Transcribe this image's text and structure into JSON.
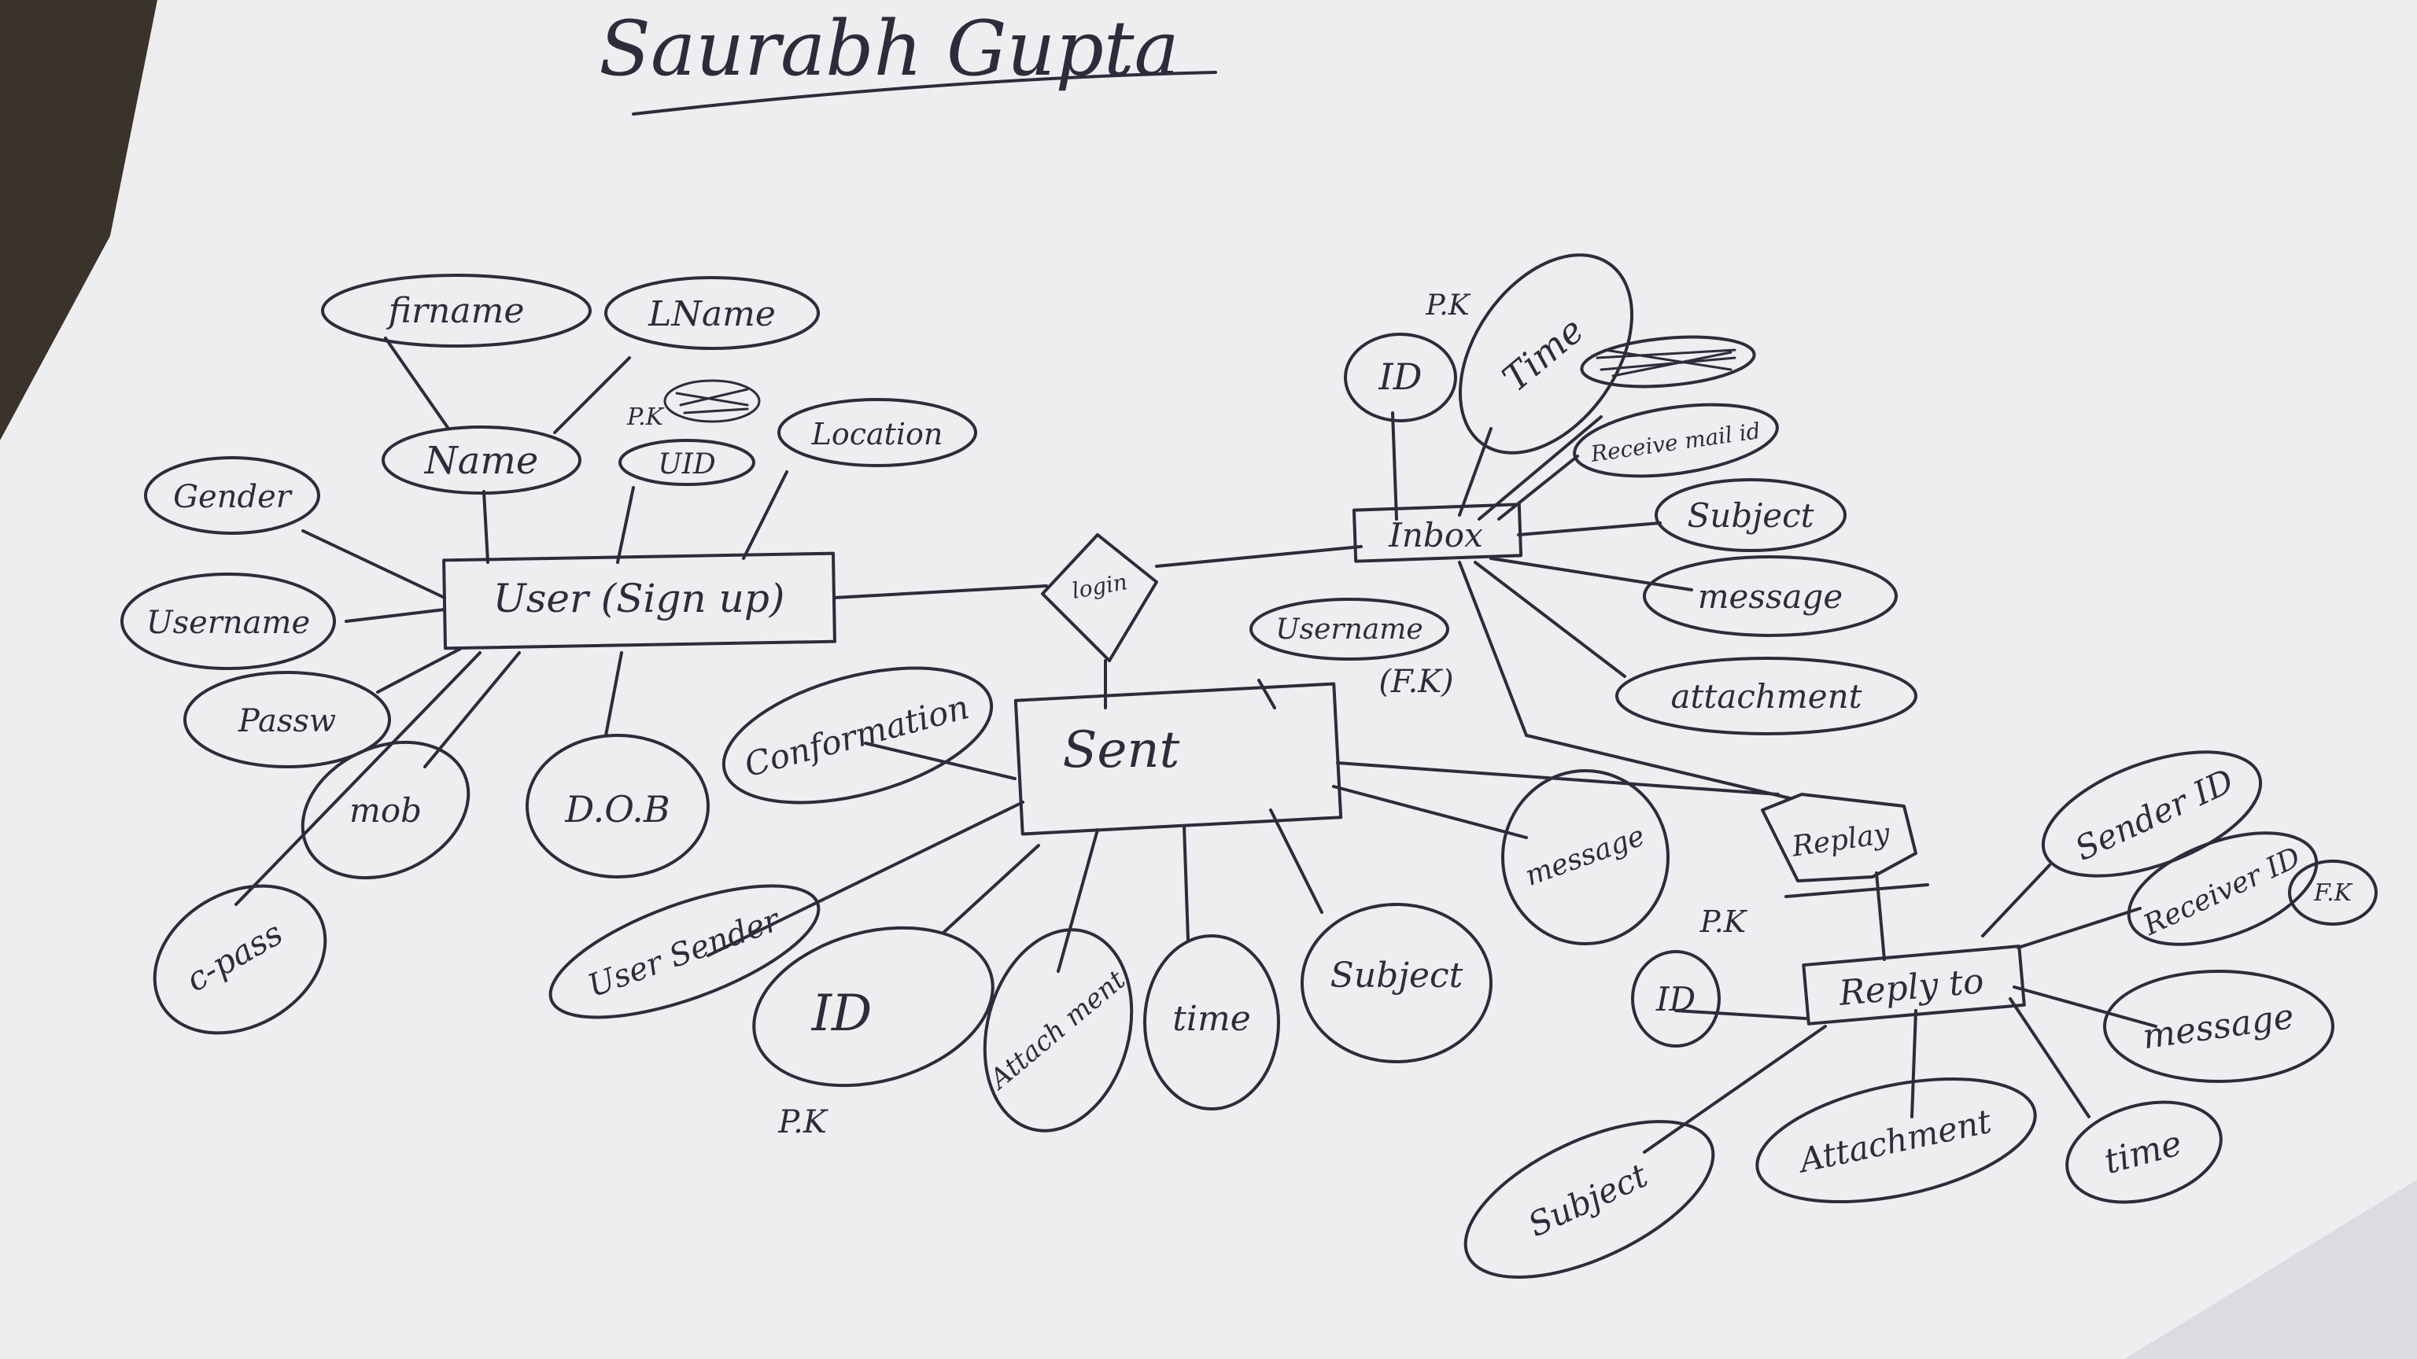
{
  "title": "Saurabh Gupta",
  "entities": {
    "user": "User (Sign up)",
    "sent": "Sent",
    "inbox": "Inbox",
    "reply_to": "Reply to"
  },
  "relationships": {
    "login": "login",
    "replay": "Replay"
  },
  "attributes": {
    "firstname": "firname",
    "lname": "LName",
    "name": "Name",
    "uid": "UID",
    "location": "Location",
    "gender": "Gender",
    "username": "Username",
    "password": "Passw",
    "mob": "mob",
    "dob": "D.O.B",
    "cpass": "c-pass",
    "confirmation": "Conformation",
    "user_sender": "User Sender",
    "sent_id": "ID",
    "sent_attachment": "Attach ment",
    "sent_time": "time",
    "sent_subject": "Subject",
    "sent_message": "message",
    "sent_username": "Username",
    "inbox_id": "ID",
    "inbox_time": "Time",
    "inbox_scribbled": "",
    "receive_mail_id": "Receive mail id",
    "inbox_subject": "Subject",
    "inbox_message": "message",
    "inbox_attachment": "attachment",
    "sender_id": "Sender ID",
    "receiver_id": "Receiver ID",
    "reply_id": "ID",
    "reply_message": "message",
    "reply_time": "time",
    "reply_attachment": "Attachment",
    "reply_subject": "Subject"
  },
  "annotations": {
    "pk_uid": "P.K",
    "pk_sent_id": "P.K",
    "fk_sent_username": "(F.K)",
    "pk_inbox_id": "P.K",
    "pk_reply_id": "P.K",
    "fk_receiver": "F.K"
  },
  "colors": {
    "paper": "#f2f2f4",
    "ink": "#2c2c3a",
    "background": "#3a332c"
  }
}
